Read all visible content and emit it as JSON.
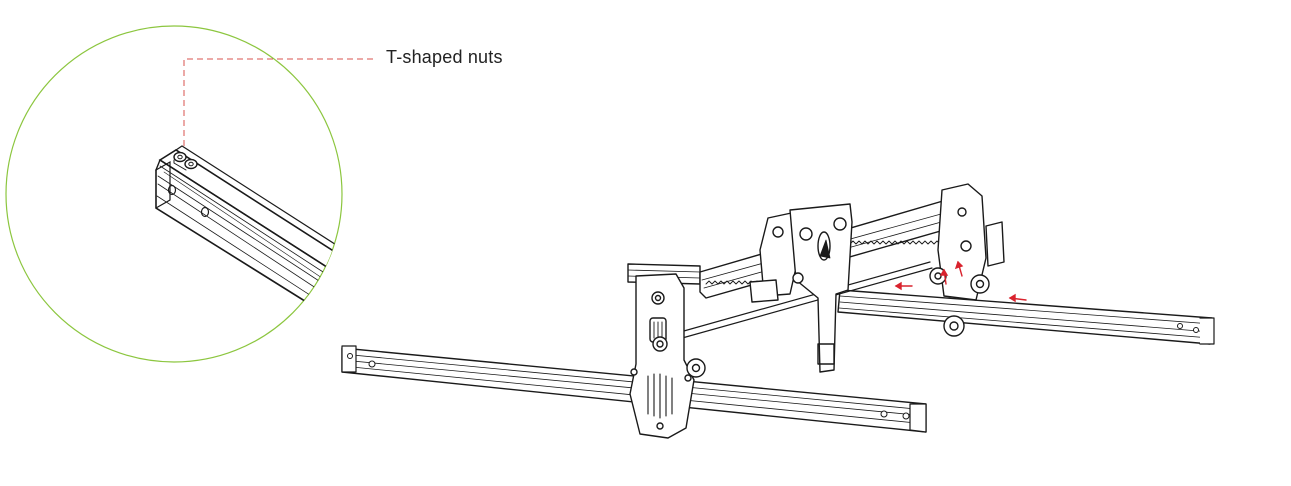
{
  "callout": {
    "label": "T-shaped nuts"
  },
  "colors": {
    "zoom_circle": "#8cc63f",
    "leader_line": "#d9534f",
    "arrows": "#d9232e",
    "linework": "#1a1a1a"
  },
  "icons": {
    "zoom_detail": "rail-end-detail",
    "arrows": "red-direction-arrows"
  }
}
